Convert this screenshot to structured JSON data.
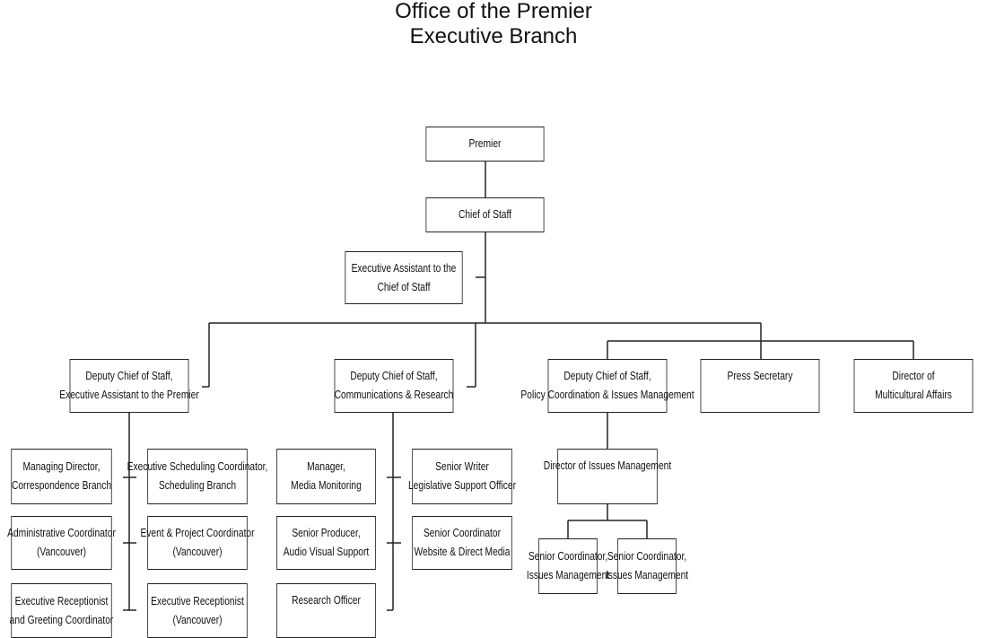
{
  "title": {
    "line1": "Office of the Premier",
    "line2": "Executive Branch"
  },
  "boxes": {
    "premier": {
      "line1": "Premier"
    },
    "chief_of_staff": {
      "line1": "Chief of Staff"
    },
    "exec_assistant_cos": {
      "line1": "Executive Assistant to the",
      "line2": "Chief of Staff"
    },
    "deputy_exec_assistant": {
      "line1": "Deputy Chief of Staff,",
      "line2": "Executive Assistant to the Premier"
    },
    "deputy_comms": {
      "line1": "Deputy Chief of Staff,",
      "line2": "Communications & Research"
    },
    "deputy_policy": {
      "line1": "Deputy Chief of Staff,",
      "line2": "Policy Coordination & Issues Management"
    },
    "press_secretary": {
      "line1": "Press Secretary"
    },
    "director_multicultural": {
      "line1": "Director of",
      "line2": "Multicultural Affairs"
    },
    "managing_director": {
      "line1": "Managing Director,",
      "line2": "Correspondence Branch"
    },
    "exec_scheduling": {
      "line1": "Executive Scheduling Coordinator,",
      "line2": "Scheduling Branch"
    },
    "admin_coordinator": {
      "line1": "Administrative Coordinator",
      "line2": "(Vancouver)"
    },
    "event_project": {
      "line1": "Event & Project Coordinator",
      "line2": "(Vancouver)"
    },
    "exec_receptionist_greeting": {
      "line1": "Executive Receptionist",
      "line2": "and Greeting Coordinator"
    },
    "exec_receptionist_vancouver": {
      "line1": "Executive Receptionist",
      "line2": "(Vancouver)"
    },
    "manager_media": {
      "line1": "Manager,",
      "line2": "Media Monitoring"
    },
    "senior_writer": {
      "line1": "Senior Writer",
      "line2": "Legislative Support Officer"
    },
    "senior_producer": {
      "line1": "Senior Producer,",
      "line2": "Audio Visual Support"
    },
    "senior_coord_website": {
      "line1": "Senior Coordinator",
      "line2": "Website & Direct Media"
    },
    "research_officer": {
      "line1": "Research Officer"
    },
    "director_issues": {
      "line1": "Director of Issues Management"
    },
    "senior_coord_issues_1": {
      "line1": "Senior Coordinator,",
      "line2": "Issues Management"
    },
    "senior_coord_issues_2": {
      "line1": "Senior Coordinator,",
      "line2": "Issues Management"
    }
  }
}
